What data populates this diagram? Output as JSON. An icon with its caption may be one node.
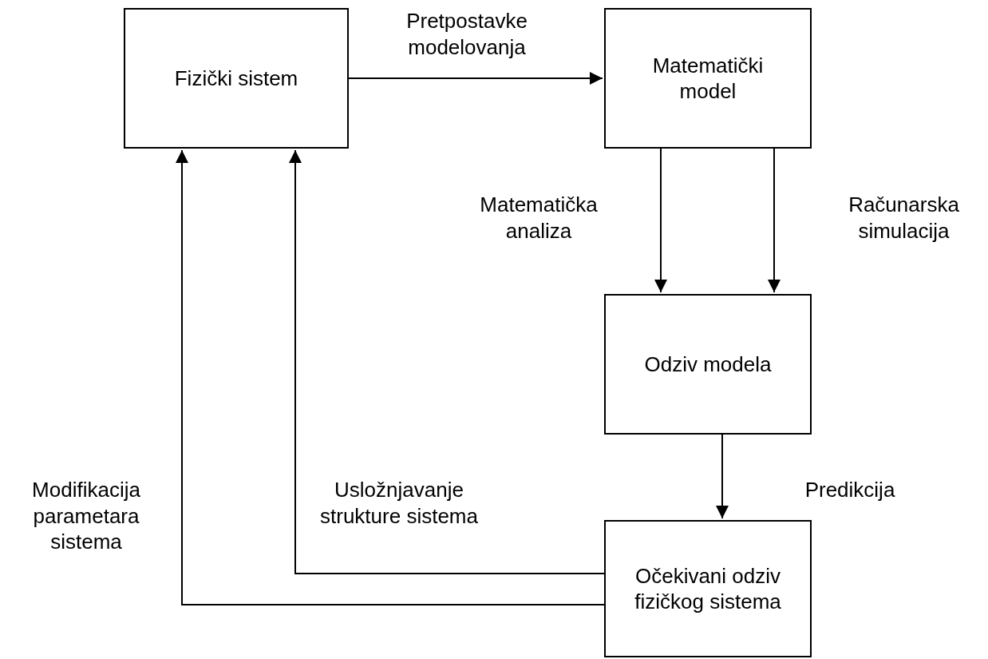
{
  "diagram": {
    "nodes": [
      {
        "text": [
          "Fizički sistem"
        ]
      },
      {
        "text": [
          "Matematički model"
        ]
      },
      {
        "text": [
          "Odziv modela"
        ]
      },
      {
        "text": [
          "Očekivani odziv fizičkog sistema"
        ]
      }
    ],
    "edges": [
      {
        "from": 0,
        "to": 1,
        "arrow": "to",
        "label": "Pretpostavke modelovanja"
      },
      {
        "from": 1,
        "to": 2,
        "arrow": "to",
        "label": "Matematička analiza"
      },
      {
        "from": 1,
        "to": 2,
        "arrow": "to",
        "label": "Računarska simulacija"
      },
      {
        "from": 2,
        "to": 3,
        "arrow": "to",
        "label": "Predikcija"
      },
      {
        "from": 3,
        "to": 0,
        "arrow": "to",
        "label": "Usložnjavanje strukture sistema"
      },
      {
        "from": 3,
        "to": 0,
        "arrow": "to",
        "label": "Modifikacija parametara sistema"
      }
    ]
  }
}
